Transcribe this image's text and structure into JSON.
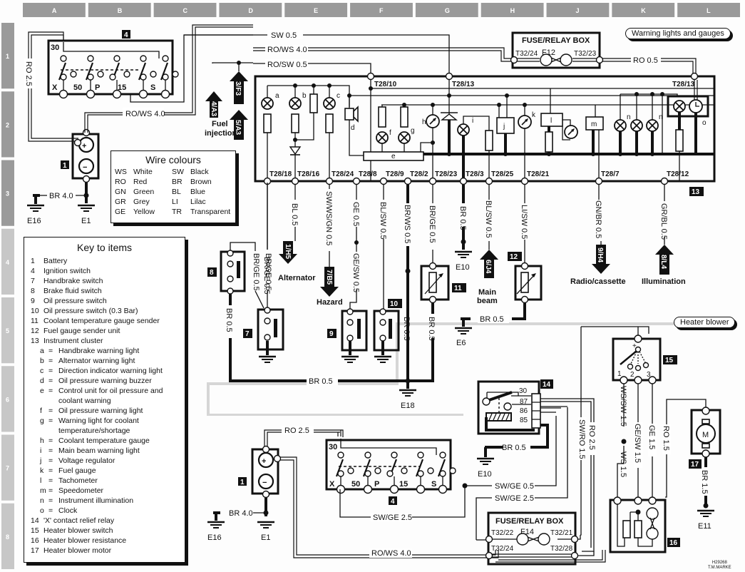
{
  "grid": {
    "columns": [
      "A",
      "B",
      "C",
      "D",
      "E",
      "F",
      "G",
      "H",
      "J",
      "K",
      "L"
    ],
    "rows": [
      "1",
      "2",
      "3",
      "4",
      "5",
      "6",
      "7",
      "8"
    ]
  },
  "section_titles": {
    "warning": "Warning lights and gauges",
    "heater": "Heater blower"
  },
  "wire_colours": {
    "title": "Wire colours",
    "entries": [
      {
        "code": "WS",
        "name": "White"
      },
      {
        "code": "SW",
        "name": "Black"
      },
      {
        "code": "RO",
        "name": "Red"
      },
      {
        "code": "BR",
        "name": "Brown"
      },
      {
        "code": "GN",
        "name": "Green"
      },
      {
        "code": "BL",
        "name": "Blue"
      },
      {
        "code": "GR",
        "name": "Grey"
      },
      {
        "code": "LI",
        "name": "Lilac"
      },
      {
        "code": "GE",
        "name": "Yellow"
      },
      {
        "code": "TR",
        "name": "Transparent"
      }
    ]
  },
  "key_to_items": {
    "title": "Key to items",
    "items": [
      {
        "num": "1",
        "label": "Battery"
      },
      {
        "num": "4",
        "label": "Ignition switch"
      },
      {
        "num": "7",
        "label": "Handbrake switch"
      },
      {
        "num": "8",
        "label": "Brake fluid switch"
      },
      {
        "num": "9",
        "label": "Oil pressure switch"
      },
      {
        "num": "10",
        "label": "Oil pressure switch (0.3 Bar)"
      },
      {
        "num": "11",
        "label": "Coolant temperature gauge sender"
      },
      {
        "num": "12",
        "label": "Fuel gauge sender unit"
      },
      {
        "num": "13",
        "label": "Instrument cluster"
      }
    ],
    "sub_items": [
      {
        "letter": "a",
        "label": "Handbrake warning light"
      },
      {
        "letter": "b",
        "label": "Alternator warning light"
      },
      {
        "letter": "c",
        "label": "Direction indicator warning light"
      },
      {
        "letter": "d",
        "label": "Oil pressure warning buzzer"
      },
      {
        "letter": "e",
        "label": "Control unit for oil pressure and coolant warning"
      },
      {
        "letter": "f",
        "label": "Oil pressure warning light"
      },
      {
        "letter": "g",
        "label": "Warning light for coolant temperature/shortage"
      },
      {
        "letter": "h",
        "label": "Coolant temperature gauge"
      },
      {
        "letter": "i",
        "label": "Main beam warning light"
      },
      {
        "letter": "j",
        "label": "Voltage regulator"
      },
      {
        "letter": "k",
        "label": "Fuel gauge"
      },
      {
        "letter": "l",
        "label": "Tachometer"
      },
      {
        "letter": "m",
        "label": "Speedometer"
      },
      {
        "letter": "n",
        "label": "Instrument illumination"
      },
      {
        "letter": "o",
        "label": "Clock"
      }
    ],
    "items_after": [
      {
        "num": "14",
        "label": "'X' contact relief relay"
      },
      {
        "num": "15",
        "label": "Heater blower switch"
      },
      {
        "num": "16",
        "label": "Heater blower resistance"
      },
      {
        "num": "17",
        "label": "Heater blower motor"
      }
    ]
  },
  "components": {
    "battery": "1",
    "ignition": "4",
    "handbrake": "7",
    "brake_fluid": "8",
    "oil_sw": "9",
    "oil_sw_03": "10",
    "coolant_sender": "11",
    "fuel_sender": "12",
    "cluster": "13",
    "relay": "14",
    "blower_switch": "15",
    "blower_res": "16",
    "blower_motor": "17",
    "motor_glyph": "M"
  },
  "ignition_terminals": {
    "t30": "30",
    "x": "X",
    "t50": "50",
    "p": "P",
    "t15": "15",
    "s": "S"
  },
  "fuse_box_top": {
    "title": "FUSE/RELAY BOX",
    "left": "T32/24",
    "fuse": "F12",
    "right": "T32/23"
  },
  "fuse_box_bottom": {
    "title": "FUSE/RELAY BOX",
    "tl": "T32/22",
    "fuse": "F14",
    "tr": "T32/21",
    "bl": "T32/24",
    "br": "T32/28"
  },
  "relay_pins": [
    "30",
    "87",
    "86",
    "85"
  ],
  "switch15_pins": [
    "1",
    "2",
    "3"
  ],
  "cluster_letters": {
    "a": "a",
    "b": "b",
    "c": "c",
    "d": "d",
    "e": "e",
    "f": "f",
    "g": "g",
    "h": "h",
    "i": "i",
    "j": "j",
    "k": "k",
    "l": "l",
    "m": "m",
    "n": "n",
    "o": "o"
  },
  "connectors_top": {
    "c10": "T28/10",
    "c13a": "T28/13",
    "c13b": "T28/13"
  },
  "connectors_bottom": [
    "T28/18",
    "T28/16",
    "T28/24",
    "T28/8",
    "T28/9",
    "T28/2",
    "T28/23",
    "T28/3",
    "T28/25",
    "T28/21",
    "T28/7",
    "T28/12"
  ],
  "wires": {
    "sw05": "SW 0.5",
    "rows40_top": "RO/WS 4.0",
    "rosw05": "RO/SW 0.5",
    "ro25_left": "RO 2.5",
    "rows40_mid": "RO/WS 4.0",
    "ro05": "RO 0.5",
    "br40_top": "BR 4.0",
    "bl05": "BL 0.5",
    "swwsgn05": "SW/WS/GN 0.5",
    "ge05": "GE 0.5",
    "gesw05": "GE/SW 0.5",
    "blsw05_a": "BL/SW 0.5",
    "brws05": "BR/WS 0.5",
    "brge05_a": "BR/GE 0.5",
    "br05_e10": "BR 0.5",
    "blsw05_b": "BL/SW 0.5",
    "lisw05": "LI/SW 0.5",
    "gnbr05": "GN/BR 0.5",
    "grbl05": "GR/BL 0.5",
    "brge05_8a": "BR/GE 0.5",
    "brge05_8b": "BR/GE 0.5",
    "br05_8": "BR 0.5",
    "br05_bus": "BR 0.5",
    "br05_e18": "BR 0.5",
    "br05_11": "BR 0.5",
    "br05_e6": "BR 0.5",
    "ro25_bot": "RO 2.5",
    "br40_bot": "BR 4.0",
    "swge25_a": "SW/GE 2.5",
    "rows40_bot": "RO/WS 4.0",
    "br05_relay": "BR 0.5",
    "swge05": "SW/GE 0.5",
    "swge25_b": "SW/GE 2.5",
    "swro15": "SW/RO 1.5",
    "ro25_r": "RO 2.5",
    "wssw15": "WS/SW 1.5",
    "ws15": "WS 1.5",
    "gesw15": "GE/SW 1.5",
    "ge15": "GE 1.5",
    "ro15": "RO 1.5",
    "br15": "BR 1.5"
  },
  "arrows": {
    "a4a3": "4/A3",
    "a3f3": "3/F3",
    "a5a3": "5/A3",
    "fuel_injection_1": "Fuel",
    "fuel_injection_2": "injection",
    "a1h5": "1/H5",
    "alternator": "Alternator",
    "a7b5": "7/B5",
    "hazard": "Hazard",
    "a6j4": "6/J4",
    "main_beam_1": "Main",
    "main_beam_2": "beam",
    "a9h4": "9/H4",
    "radio": "Radio/cassette",
    "a8l4": "8/L4",
    "illumination": "Illumination"
  },
  "earths": {
    "e16a": "E16",
    "e1a": "E1",
    "e10a": "E10",
    "e18": "E18",
    "e6": "E6",
    "e16b": "E16",
    "e1b": "E1",
    "e10b": "E10",
    "e11": "E11"
  },
  "credit": {
    "line1": "H29268",
    "line2": "T.M.MARKE"
  }
}
